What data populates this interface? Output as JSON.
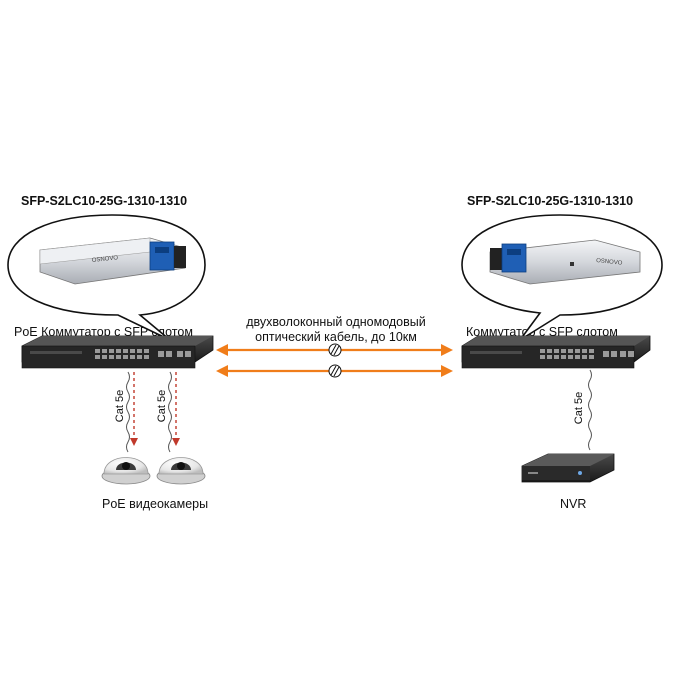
{
  "left": {
    "module_title": "SFP-S2LC10-25G-1310-1310",
    "switch_label": "PoE Коммутатор с SFP слотом",
    "cable_labels": [
      "Cat 5e",
      "Cat 5e"
    ],
    "cameras_label": "PoE видеокамеры",
    "sfp_brand": "OSNOVO"
  },
  "right": {
    "module_title": "SFP-S2LC10-25G-1310-1310",
    "switch_label": "Коммутатор с SFP слотом",
    "cable_label": "Cat 5e",
    "nvr_label": "NVR",
    "sfp_brand": "OSNOVO"
  },
  "link": {
    "line1": "двухволоконный одномодовый",
    "line2": "оптический кабель, до 10км"
  },
  "colors": {
    "fiber": "#f07d1a",
    "cat_cable_dash": "#c0392b",
    "sfp_latch": "#1f5fb5",
    "device_body": "#2a2a2a"
  }
}
